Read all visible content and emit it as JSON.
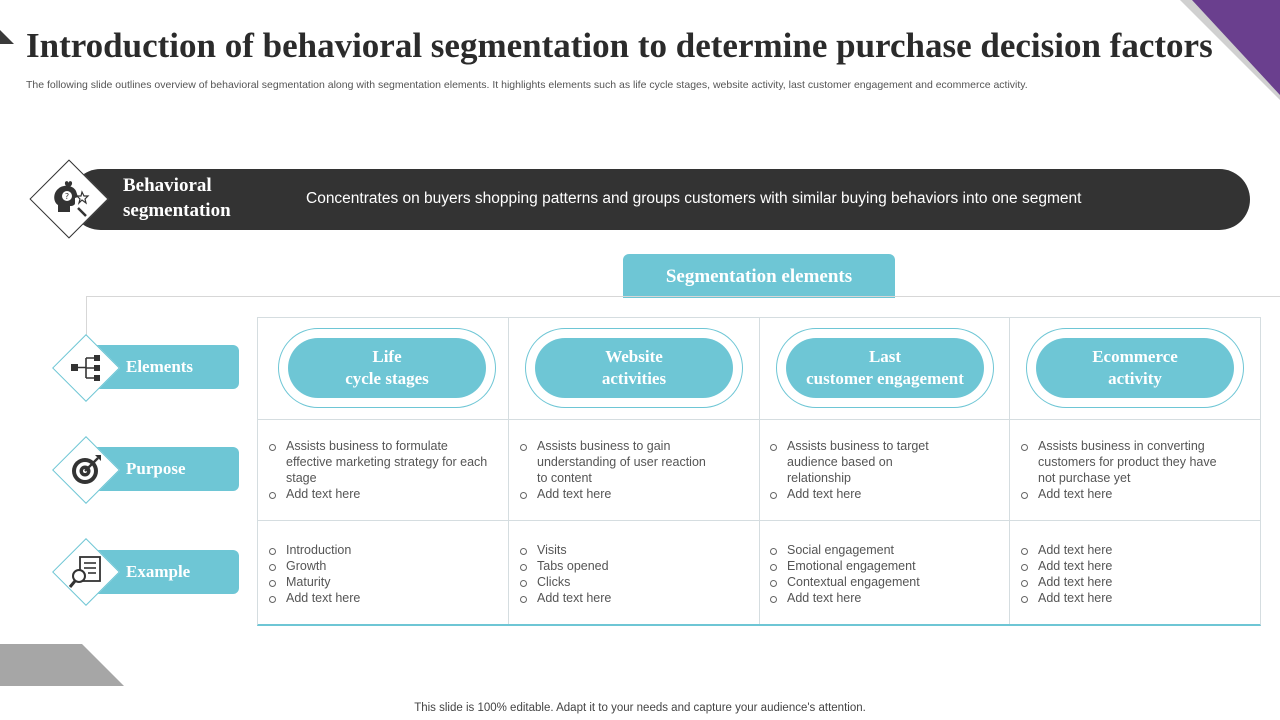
{
  "title": "Introduction of behavioral segmentation to determine purchase decision factors",
  "subtitle": "The following slide outlines overview of behavioral segmentation along with segmentation elements. It highlights elements such as life cycle stages, website activity, last customer engagement and ecommerce activity.",
  "banner": {
    "title_line1": "Behavioral",
    "title_line2": "segmentation",
    "description": "Concentrates on buyers shopping patterns and groups customers with similar buying behaviors into one segment",
    "icon": "head-question-icon"
  },
  "section_label": "Segmentation elements",
  "rows": [
    {
      "label": "Elements",
      "icon": "hierarchy-icon"
    },
    {
      "label": "Purpose",
      "icon": "target-icon"
    },
    {
      "label": "Example",
      "icon": "document-search-icon"
    }
  ],
  "columns": [
    {
      "title_line1": "Life",
      "title_line2": "cycle stages",
      "purpose": [
        "Assists business to formulate effective  marketing strategy for each stage",
        "Add text here"
      ],
      "examples": [
        "Introduction",
        "Growth",
        "Maturity",
        "Add text here"
      ]
    },
    {
      "title_line1": "Website",
      "title_line2": "activities",
      "purpose": [
        "Assists business to gain understanding of user reaction to content",
        "Add text here"
      ],
      "examples": [
        "Visits",
        "Tabs opened",
        "Clicks",
        "Add text here"
      ]
    },
    {
      "title_line1": "Last",
      "title_line2": "customer engagement",
      "purpose": [
        "Assists business to target audience based on relationship",
        "Add text here"
      ],
      "examples": [
        "Social engagement",
        "Emotional engagement",
        "Contextual engagement",
        "Add text here"
      ]
    },
    {
      "title_line1": "Ecommerce",
      "title_line2": "activity",
      "purpose": [
        "Assists business in converting customers for product they have not purchase yet",
        "Add text here"
      ],
      "examples": [
        "Add text here",
        "Add text here",
        "Add text here",
        "Add text here"
      ]
    }
  ],
  "footer": "This slide is 100% editable. Adapt it to your needs and capture your audience's attention.",
  "colors": {
    "accent": "#6ec6d5",
    "dark": "#333333",
    "purple": "#6a3f8e",
    "grey": "#a6a6a6"
  }
}
